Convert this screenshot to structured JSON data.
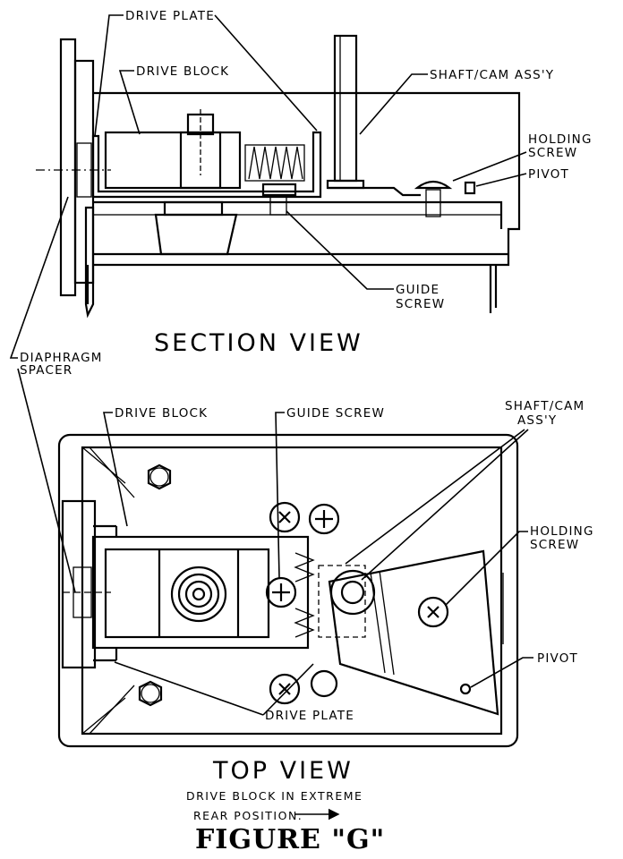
{
  "figure": {
    "title": "FIGURE \"G\"",
    "section_view": {
      "title": "SECTION VIEW",
      "labels": {
        "drive_plate": "DRIVE PLATE",
        "drive_block": "DRIVE BLOCK",
        "shaft_cam": "SHAFT/CAM ASS'Y",
        "holding_1": "HOLDING",
        "holding_2": "SCREW",
        "pivot": "PIVOT",
        "guide_1": "GUIDE",
        "guide_2": "SCREW"
      }
    },
    "shared_labels": {
      "diaphragm_1": "DIAPHRAGM",
      "diaphragm_2": "SPACER"
    },
    "top_view": {
      "title": "TOP VIEW",
      "note_line1": "DRIVE BLOCK IN EXTREME",
      "note_line2": "REAR POSITION.",
      "labels": {
        "drive_block": "DRIVE BLOCK",
        "guide_screw": "GUIDE SCREW",
        "shaft_cam_1": "SHAFT/CAM",
        "shaft_cam_2": "ASS'Y",
        "holding_1": "HOLDING",
        "holding_2": "SCREW",
        "pivot": "PIVOT",
        "drive_plate": "DRIVE PLATE"
      }
    }
  }
}
